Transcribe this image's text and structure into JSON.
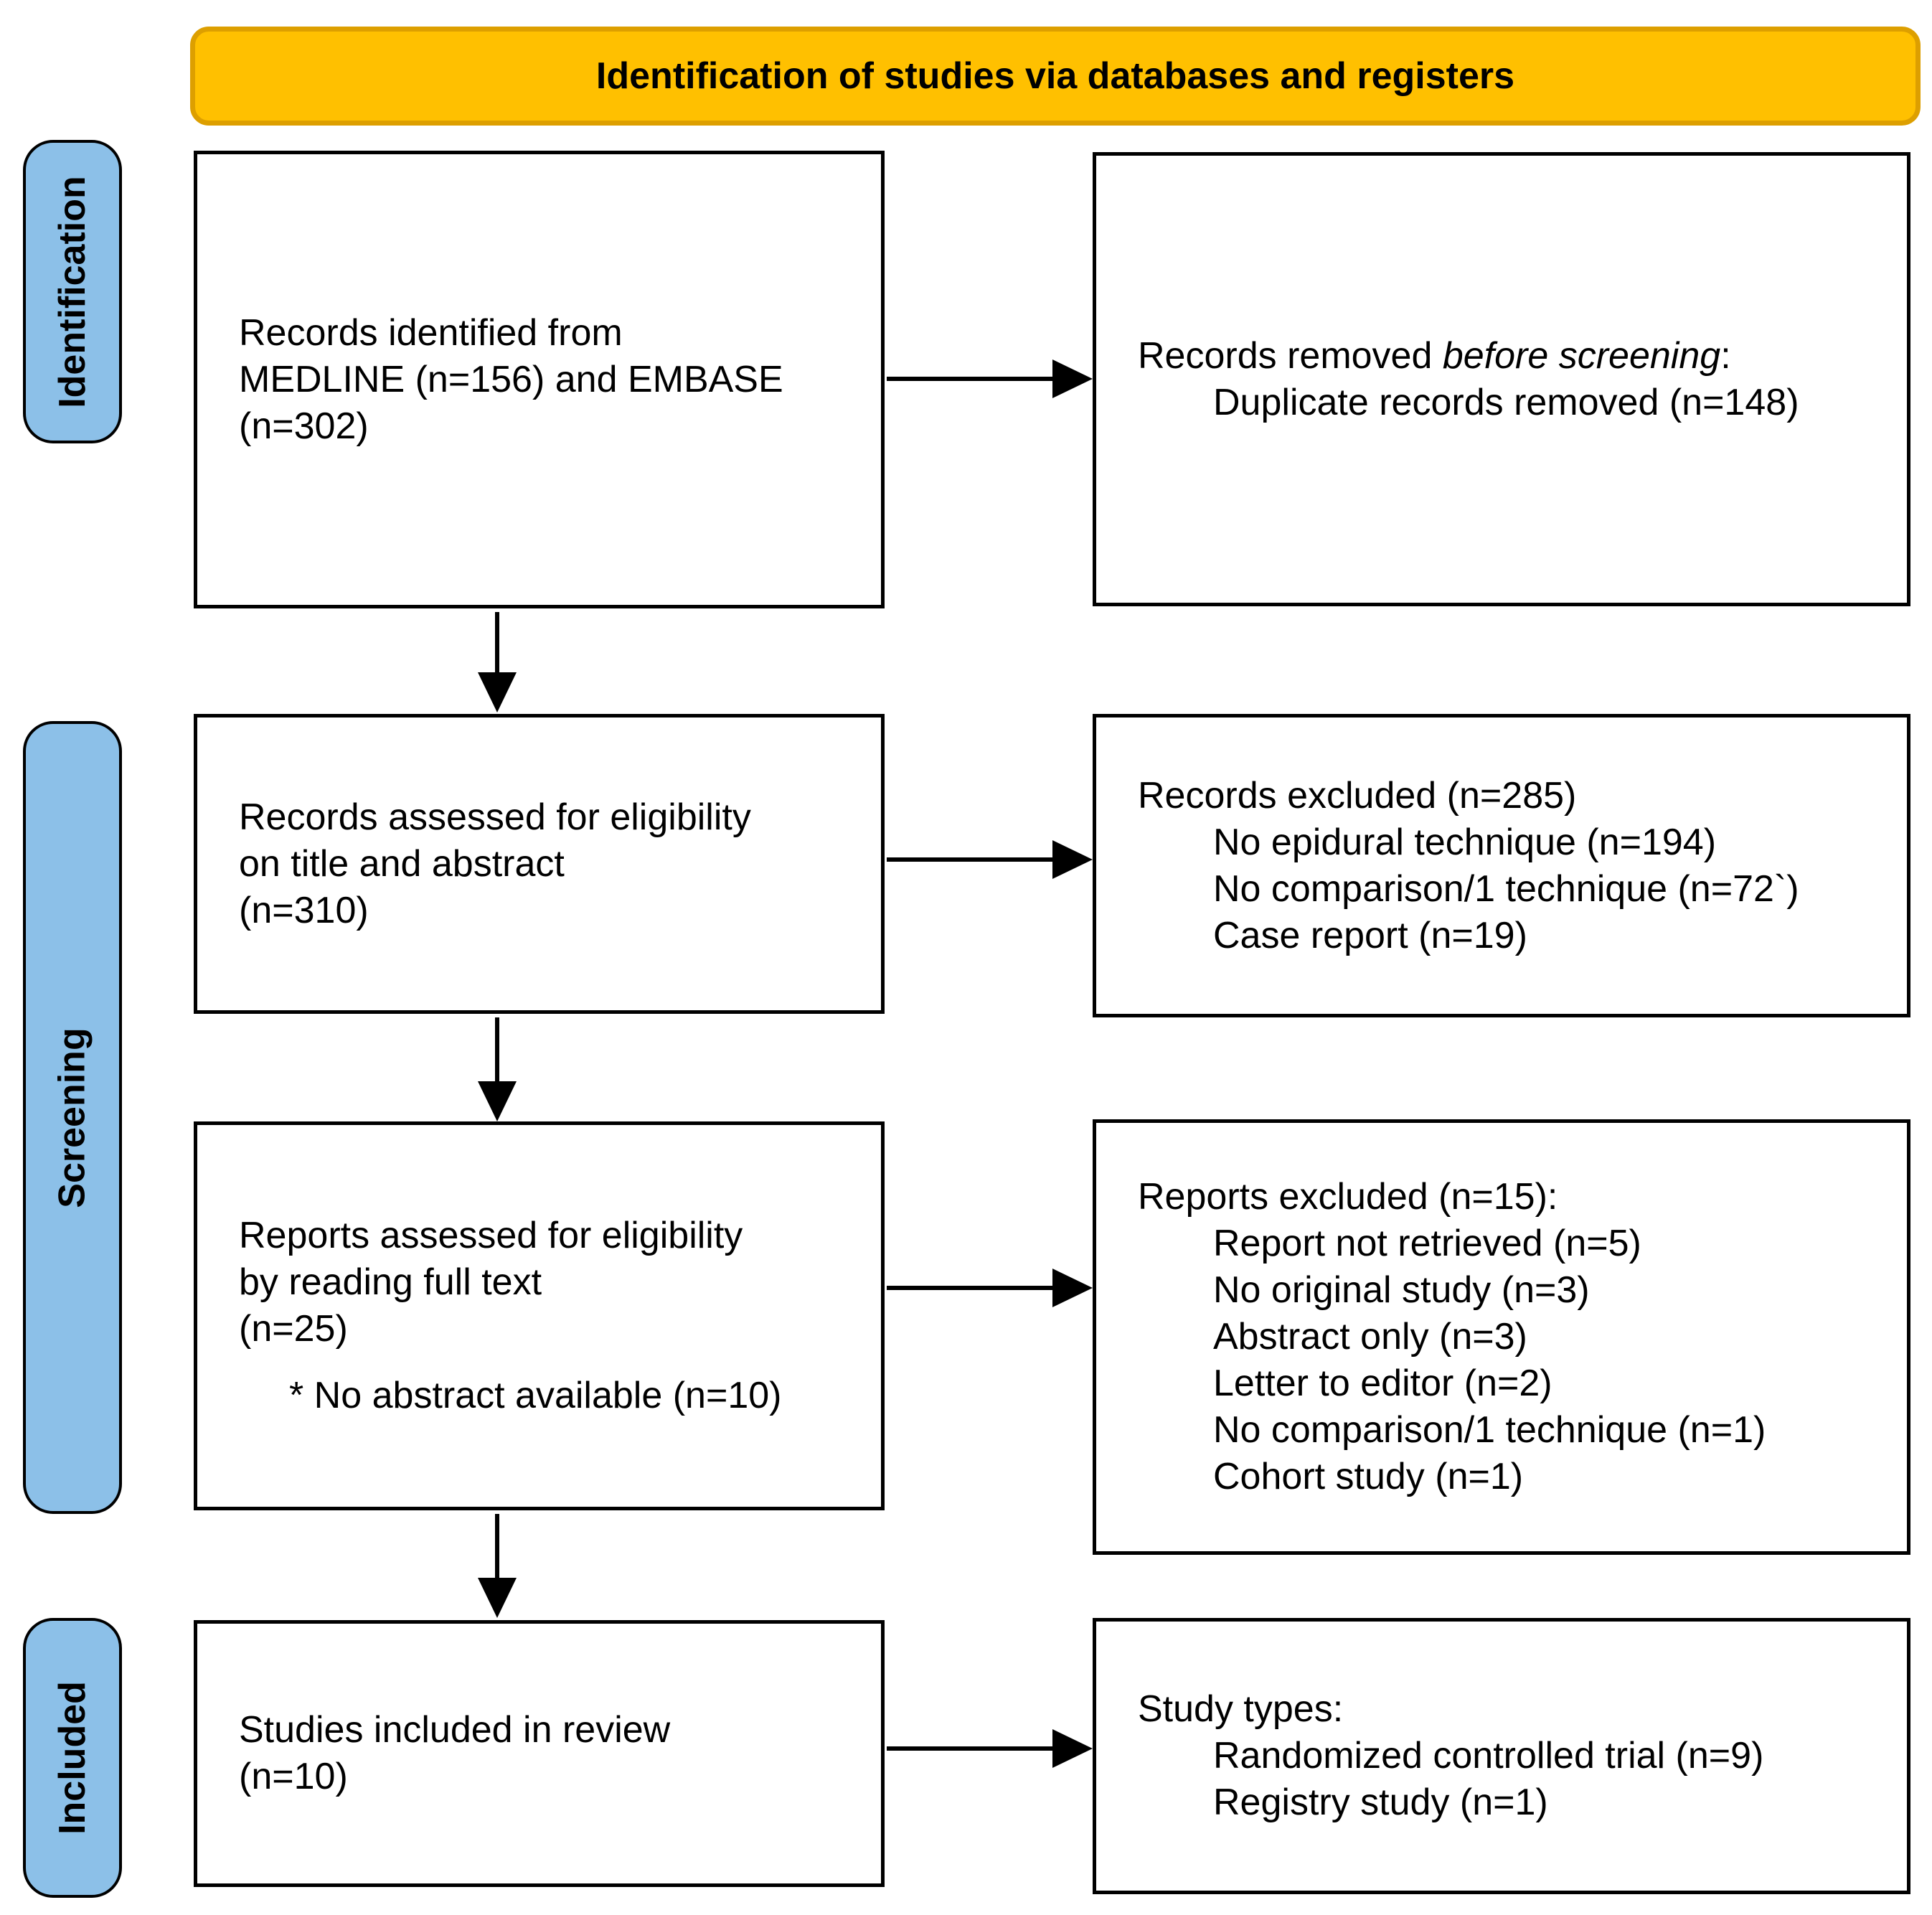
{
  "title_banner": "Identification of studies via databases and registers",
  "sidebar": {
    "identification": "Identification",
    "screening": "Screening",
    "included": "Included"
  },
  "boxes": {
    "records_identified": {
      "line1": "Records identified from",
      "line2": "MEDLINE (n=156) and EMBASE",
      "line3": "(n=302)"
    },
    "records_removed": {
      "line1_normal": "Records removed ",
      "line1_italic": "before screening",
      "line1_end": ":",
      "line2": "Duplicate records removed (n=148)"
    },
    "records_assessed": {
      "line1": "Records assessed for eligibility",
      "line2": "on title and abstract",
      "line3": "(n=310)"
    },
    "records_excluded": {
      "line1": "Records excluded (n=285)",
      "line2": "No epidural technique (n=194)",
      "line3": "No comparison/1 technique (n=72`)",
      "line4": "Case report (n=19)"
    },
    "reports_assessed": {
      "line1": "Reports assessed for eligibility",
      "line2": "by reading full text",
      "line3": "(n=25)",
      "line4": "* No abstract available (n=10)"
    },
    "reports_excluded": {
      "line1": "Reports excluded (n=15):",
      "line2": "Report not retrieved (n=5)",
      "line3": "No original study (n=3)",
      "line4": "Abstract only (n=3)",
      "line5": "Letter to editor (n=2)",
      "line6": "No comparison/1 technique (n=1)",
      "line7": "Cohort study (n=1)"
    },
    "studies_included": {
      "line1": "Studies included in review",
      "line2": "(n=10)"
    },
    "study_types": {
      "line1": "Study types:",
      "line2": "Randomized controlled trial (n=9)",
      "line3": "Registry study (n=1)"
    }
  },
  "colors": {
    "banner_fill": "#FFC000",
    "banner_border": "#DD9F00",
    "stage_fill": "#8CC0E8",
    "box_border": "#000000",
    "arrow": "#000000",
    "text": "#000000"
  }
}
